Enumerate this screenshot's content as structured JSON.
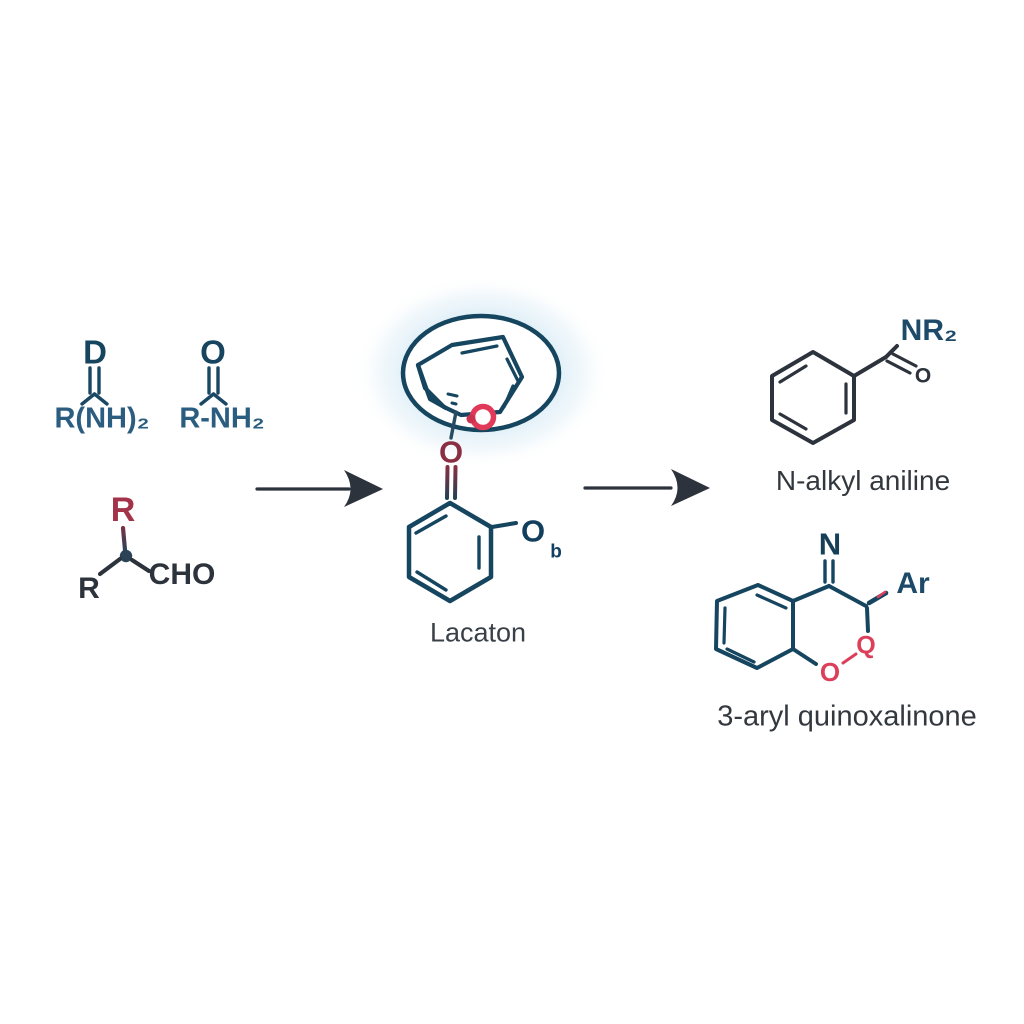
{
  "scheme": {
    "reagents": {
      "amidine": {
        "top_atom": "D",
        "formula": "R(NH)₂"
      },
      "amide": {
        "top_atom": "O",
        "formula": "R-NH₂"
      },
      "aldehyde": {
        "r_top": "R",
        "r_left": "R",
        "cho": "CHO"
      }
    },
    "intermediate": {
      "carbonyl_o": "O",
      "ring_o": "O",
      "ring_o_sub": "b",
      "label": "Lacaton"
    },
    "product_top": {
      "amine": "NR₂",
      "carbonyl_o": "O",
      "label": "N-alkyl aniline"
    },
    "product_bottom": {
      "n_atom": "N",
      "aryl": "Ar",
      "o_inner": "Q",
      "o_ring": "O",
      "label": "3-aryl quinoxalinone"
    },
    "colors": {
      "structure_navy": "#17455f",
      "formula_blue": "#2a5d80",
      "charcoal": "#2d333c",
      "label_gray": "#3a4048",
      "carbonyl_maroon": "#8a2f43",
      "r_crimson": "#a23349",
      "oxygen_red": "#dd3f5b",
      "glow_blue": "#cfe7f2"
    }
  }
}
